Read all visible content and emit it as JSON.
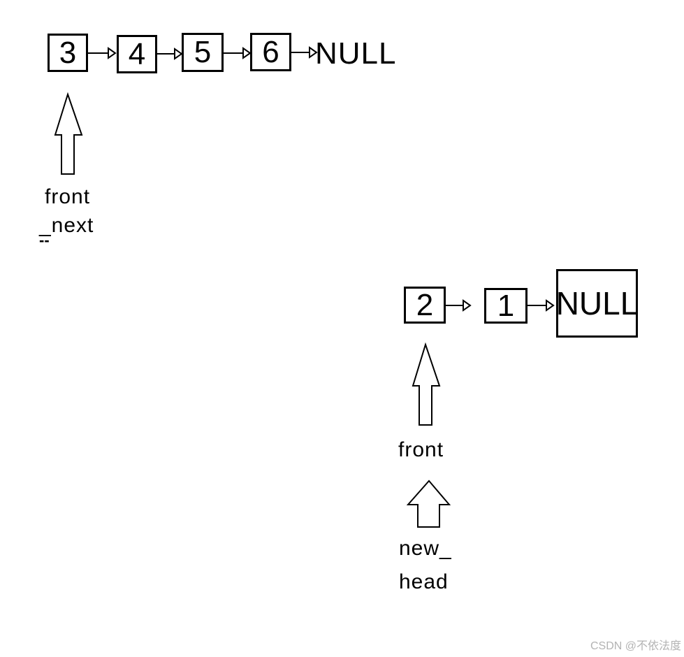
{
  "page": {
    "background_color": "#ffffff",
    "ink_color": "#000000"
  },
  "upper_list": {
    "description": "singly linked list 3 -> 4 -> 5 -> 6 -> NULL",
    "nodes": [
      "3",
      "4",
      "5",
      "6"
    ],
    "terminator": "NULL",
    "pointer": {
      "line1": "front",
      "line2": "_next",
      "line3": "--"
    }
  },
  "lower_list": {
    "description": "reversed partial list 2 -> 1 -> NULL",
    "nodes": [
      "2",
      "1"
    ],
    "terminator": "NULL",
    "front_pointer": {
      "label": "front"
    },
    "new_head_pointer": {
      "line1": "new_",
      "line2": "head"
    }
  },
  "watermark": {
    "text": "CSDN @不依法度",
    "color": "#b3b3b3"
  }
}
